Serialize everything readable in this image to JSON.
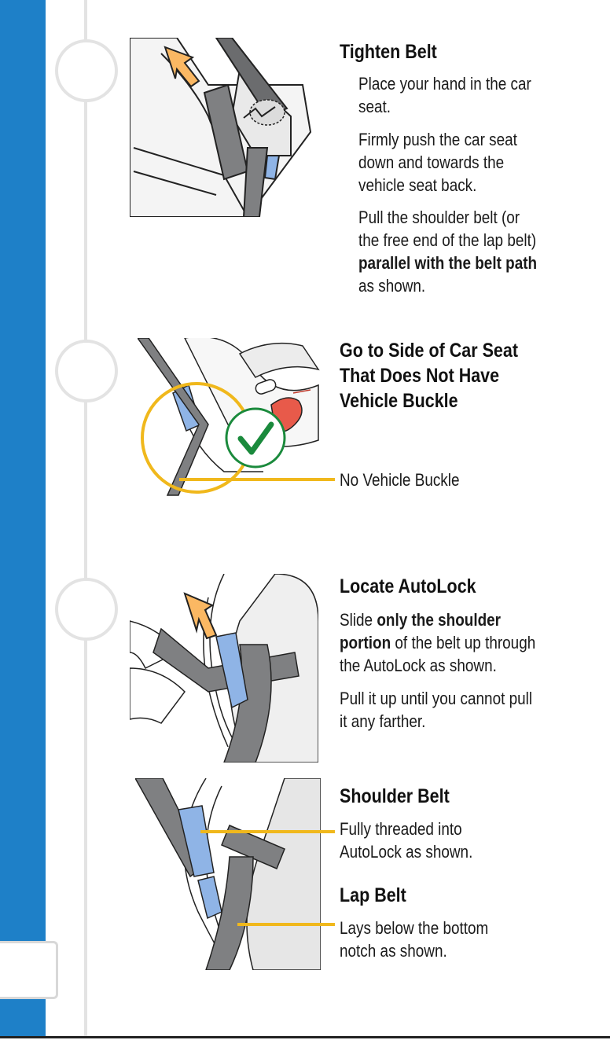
{
  "steps": [
    {
      "heading": "Tighten Belt",
      "paragraphs": [
        [
          "Place your hand in the car",
          "seat."
        ],
        [
          "Firmly push the car seat",
          "down and towards the",
          "vehicle seat back."
        ],
        [
          "Pull the shoulder belt (or",
          "the free end of the lap belt)"
        ]
      ],
      "bold_line": "parallel with the belt path",
      "after_bold": "as shown."
    },
    {
      "heading_lines": [
        "Go to Side of Car Seat",
        "That Does Not Have",
        "Vehicle Buckle"
      ],
      "callout": "No Vehicle Buckle"
    },
    {
      "heading": "Locate AutoLock",
      "p1": {
        "pre": "Slide ",
        "bold1": "only the shoulder",
        "bold2": "portion",
        "post": " of the belt up through",
        "line3": "the AutoLock as shown."
      },
      "p2": [
        "Pull it up until you cannot pull",
        "it any farther."
      ]
    },
    {
      "shoulder_heading": "Shoulder Belt",
      "shoulder_text": [
        "Fully threaded into",
        "AutoLock as shown."
      ],
      "lap_heading": "Lap Belt",
      "lap_text": [
        "Lays below the bottom",
        "notch as shown."
      ]
    }
  ],
  "colors": {
    "sidebar": "#1e80c8",
    "accent_yellow": "#f0b81c",
    "belt_gray": "#7f8082",
    "lock_blue": "#8fb4e6",
    "check_green": "#1a8a3c"
  },
  "icons": [
    "arrow-up-icon",
    "checkmark-icon"
  ]
}
